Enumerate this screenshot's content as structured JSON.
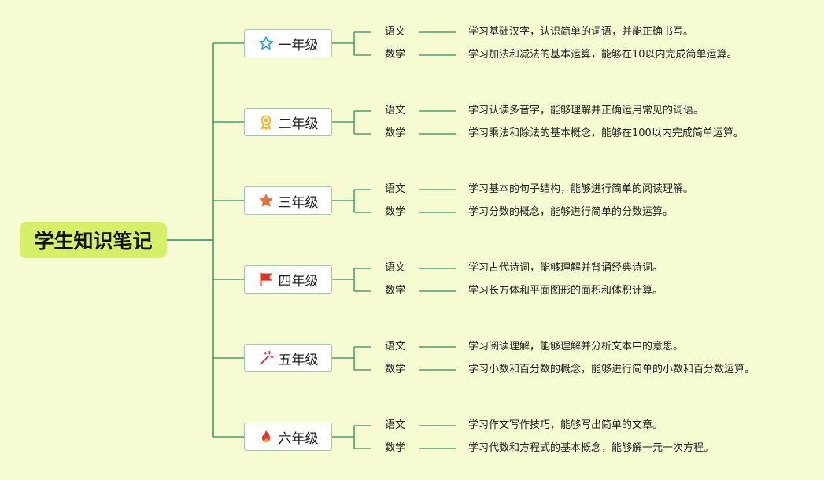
{
  "root": {
    "title": "学生知识笔记"
  },
  "grades": [
    {
      "label": "一年级",
      "icon": "star-outline-icon",
      "subjects": [
        {
          "name": "语文",
          "desc": "学习基础汉字，认识简单的词语，并能正确书写。"
        },
        {
          "name": "数学",
          "desc": "学习加法和减法的基本运算，能够在10以内完成简单运算。"
        }
      ]
    },
    {
      "label": "二年级",
      "icon": "medal-icon",
      "subjects": [
        {
          "name": "语文",
          "desc": "学习认读多音字，能够理解并正确运用常见的词语。"
        },
        {
          "name": "数学",
          "desc": "学习乘法和除法的基本概念，能够在100以内完成简单运算。"
        }
      ]
    },
    {
      "label": "三年级",
      "icon": "star-filled-icon",
      "subjects": [
        {
          "name": "语文",
          "desc": "学习基本的句子结构，能够进行简单的阅读理解。"
        },
        {
          "name": "数学",
          "desc": "学习分数的概念，能够进行简单的分数运算。"
        }
      ]
    },
    {
      "label": "四年级",
      "icon": "flag-icon",
      "subjects": [
        {
          "name": "语文",
          "desc": "学习古代诗词，能够理解并背诵经典诗词。"
        },
        {
          "name": "数学",
          "desc": "学习长方体和平面图形的面积和体积计算。"
        }
      ]
    },
    {
      "label": "五年级",
      "icon": "magic-wand-icon",
      "subjects": [
        {
          "name": "语文",
          "desc": "学习阅读理解，能够理解并分析文本中的意思。"
        },
        {
          "name": "数学",
          "desc": "学习小数和百分数的概念，能够进行简单的小数和百分数运算。"
        }
      ]
    },
    {
      "label": "六年级",
      "icon": "fire-icon",
      "subjects": [
        {
          "name": "语文",
          "desc": "学习作文写作技巧，能够写出简单的文章。"
        },
        {
          "name": "数学",
          "desc": "学习代数和方程式的基本概念，能够解一元一次方程。"
        }
      ]
    }
  ],
  "colors": {
    "line": "#2f8a68",
    "background": "#f7fbd1",
    "root_fill": "#d5ef67"
  }
}
